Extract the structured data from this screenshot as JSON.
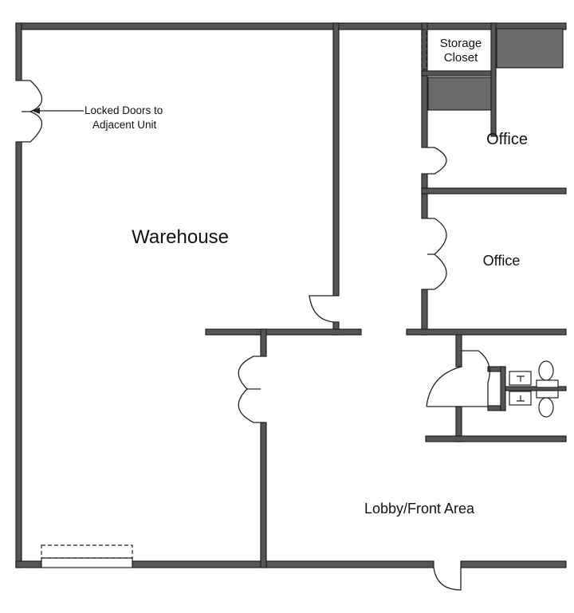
{
  "rooms": {
    "warehouse": "Warehouse",
    "office_top": "Office",
    "office_middle": "Office",
    "lobby": "Lobby/Front Area"
  },
  "storage_closet": {
    "line1": "Storage",
    "line2": "Closet"
  },
  "annotation": {
    "line1": "Locked Doors to",
    "line2": "Adjacent Unit"
  }
}
